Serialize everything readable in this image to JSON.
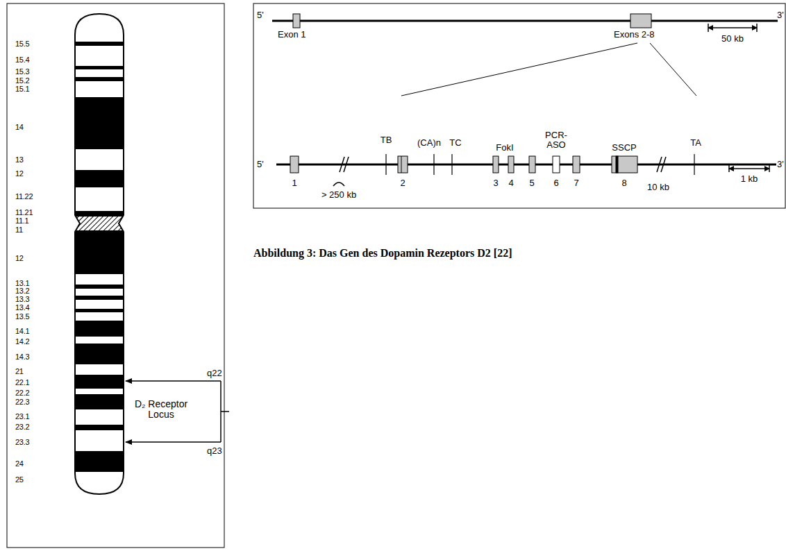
{
  "diagram": {
    "caption": "Abbildung 3: Das Gen des Dopamin Rezeptors D2 [22]",
    "labels": [
      "15.5",
      "15.4",
      "15.3",
      "15.2",
      "15.1",
      "14",
      "13",
      "12",
      "11.22",
      "11.21",
      "11.1",
      "11",
      "12",
      "13.1",
      "13.2",
      "13.3",
      "13.4",
      "13.5",
      "14.1",
      "14.2",
      "14.3",
      "21",
      "22.1",
      "22.2",
      "22.3",
      "23.1",
      "23.2",
      "23.3",
      "24",
      "25",
      "q22",
      "D₂ Receptor Locus",
      "q23",
      "5'",
      "3'",
      "Exon 1",
      "Exons 2-8",
      "50 kb",
      "5'",
      "3'",
      "TB",
      "(CA)n",
      "TC",
      "FokI",
      "PCR-ASO",
      "SSCP",
      "TA",
      "1",
      "2",
      "3",
      "4",
      "5",
      "6",
      "7",
      "8",
      "> 250 kb",
      "10 kb",
      "1 kb"
    ]
  }
}
